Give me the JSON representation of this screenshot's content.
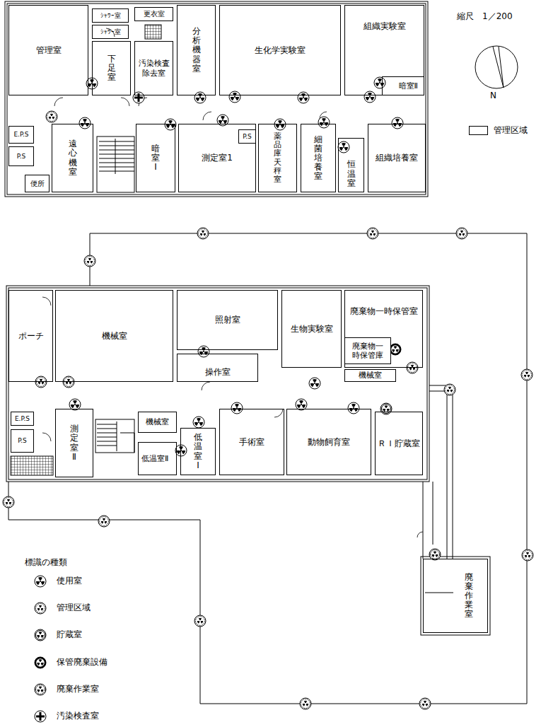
{
  "diagram": {
    "nodes": [
      {
        "text": [
          "管理室"
        ]
      },
      {
        "text": [
          "ｼｬﾜｰ室"
        ]
      },
      {
        "text": [
          "ｼｬﾜｰ室"
        ]
      },
      {
        "text": [
          "更衣室"
        ]
      },
      {
        "text": [
          "下足室"
        ]
      },
      {
        "text": [
          "汚染検査 除去室"
        ]
      },
      {
        "text": [
          "分析機器室"
        ]
      },
      {
        "text": [
          "生化学実験室"
        ]
      },
      {
        "text": [
          "組織実験室"
        ]
      },
      {
        "text": [
          "暗室Ⅱ"
        ],
        "in": 8
      },
      {
        "text": [
          "E.P.S"
        ]
      },
      {
        "text": [
          "P.S"
        ]
      },
      {
        "text": [
          "便所"
        ]
      },
      {
        "text": [
          "遠心機室"
        ]
      },
      {
        "text": [
          "暗室Ⅰ"
        ]
      },
      {
        "text": [
          "測定室1"
        ]
      },
      {
        "text": [
          "P.S"
        ],
        "in": 15
      },
      {
        "text": [
          "薬品庫天秤室"
        ]
      },
      {
        "text": [
          "細菌培養室"
        ]
      },
      {
        "text": [
          "恒温室"
        ]
      },
      {
        "text": [
          "組織培養室"
        ]
      },
      {
        "text": [
          "ポーチ"
        ]
      },
      {
        "text": [
          "機械室"
        ]
      },
      {
        "text": [
          "照射室"
        ]
      },
      {
        "text": [
          "操作室"
        ]
      },
      {
        "text": [
          "生物実験室"
        ]
      },
      {
        "text": [
          "廃棄物一時保管室"
        ]
      },
      {
        "text": [
          "廃棄物一 時保管庫"
        ],
        "in": 26
      },
      {
        "text": [
          "機械室"
        ]
      },
      {
        "text": [
          "E.P.S"
        ]
      },
      {
        "text": [
          "P.S"
        ]
      },
      {
        "text": [
          "測定室Ⅱ"
        ]
      },
      {
        "text": [
          "機械室"
        ]
      },
      {
        "text": [
          "低温室Ⅱ"
        ]
      },
      {
        "text": [
          "低温室Ⅰ"
        ]
      },
      {
        "text": [
          "手術室"
        ]
      },
      {
        "text": [
          "動物飼育室"
        ]
      },
      {
        "text": [
          "ＲＩ貯蔵室"
        ]
      },
      {
        "text": [
          "廃棄作業室"
        ]
      }
    ],
    "labels": [
      "縮尺　1／200",
      "N",
      "標識の種類"
    ],
    "legend": [
      {
        "text": "管理区域",
        "color": "#ffffff"
      },
      {
        "text": "使用室"
      },
      {
        "text": "管理区域"
      },
      {
        "text": "貯蔵室"
      },
      {
        "text": "保管廃棄設備"
      },
      {
        "text": "廃棄作業室"
      },
      {
        "text": "汚染検査室"
      }
    ]
  }
}
